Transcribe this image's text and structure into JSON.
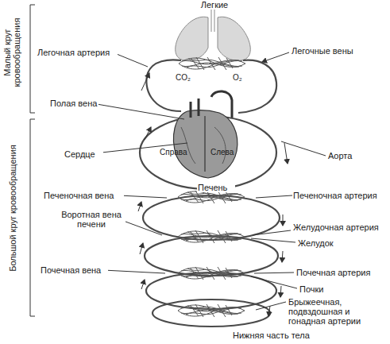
{
  "diagram": {
    "labels": [
      "Легкие",
      "Малый круг кровообращения",
      "Большой круг кровообращения",
      "Легочная артерия",
      "CO₂",
      "O₂",
      "Легочные вены",
      "Полая вена",
      "Сердце",
      "Справа",
      "Слева",
      "Аорта",
      "Печень",
      "Печеночная вена",
      "Печеночная артерия",
      "Воротная вена печени",
      "Желудочная артерия",
      "Желудок",
      "Почечная вена",
      "Почечная артерия",
      "Почки",
      "Брыжеечная, подвздошная и гонадная артерии",
      "Нижняя часть тела"
    ]
  }
}
